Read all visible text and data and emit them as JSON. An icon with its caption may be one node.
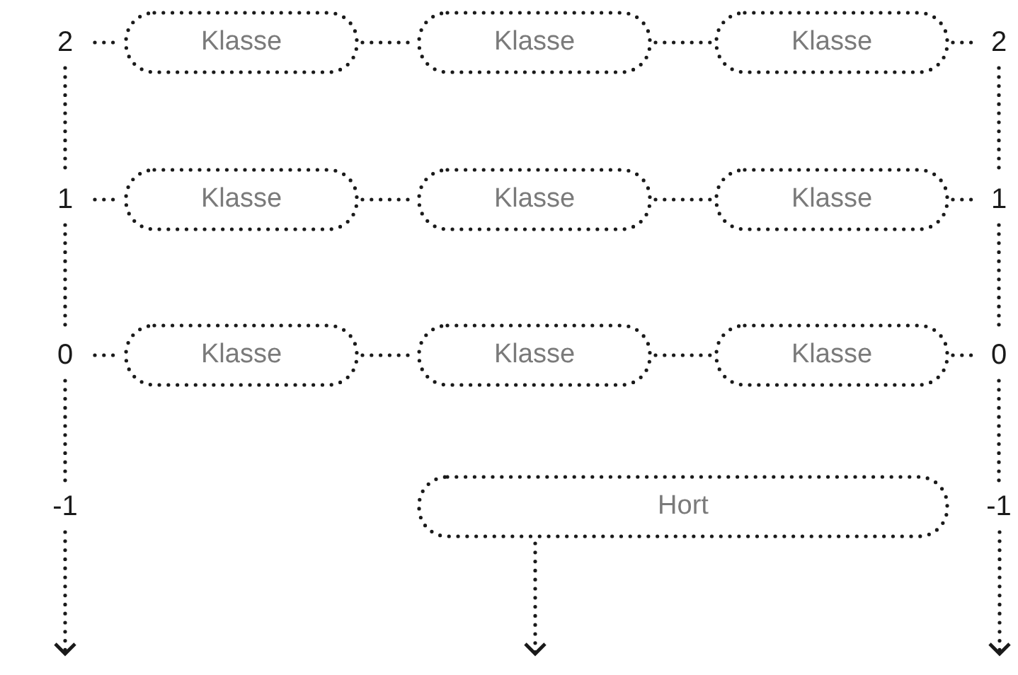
{
  "diagram": {
    "nodes": [
      {
        "text": [
          "2"
        ]
      },
      {
        "text": [
          "Klasse"
        ]
      },
      {
        "text": [
          "Klasse"
        ]
      },
      {
        "text": [
          "Klasse"
        ]
      },
      {
        "text": [
          "2"
        ]
      },
      {
        "text": [
          "1"
        ]
      },
      {
        "text": [
          "Klasse"
        ]
      },
      {
        "text": [
          "Klasse"
        ]
      },
      {
        "text": [
          "Klasse"
        ]
      },
      {
        "text": [
          "1"
        ]
      },
      {
        "text": [
          "0"
        ]
      },
      {
        "text": [
          "Klasse"
        ]
      },
      {
        "text": [
          "Klasse"
        ]
      },
      {
        "text": [
          "Klasse"
        ]
      },
      {
        "text": [
          "0"
        ]
      },
      {
        "text": [
          "-1"
        ]
      },
      {
        "text": [
          "Hort"
        ]
      },
      {
        "text": [
          "-1"
        ]
      }
    ],
    "edges": [
      {
        "from": 0,
        "to": 1,
        "arrow": "none",
        "style": "dashed"
      },
      {
        "from": 1,
        "to": 2,
        "arrow": "none",
        "style": "dashed"
      },
      {
        "from": 2,
        "to": 3,
        "arrow": "none",
        "style": "dashed"
      },
      {
        "from": 3,
        "to": 4,
        "arrow": "none",
        "style": "dashed"
      },
      {
        "from": 5,
        "to": 6,
        "arrow": "none",
        "style": "dashed"
      },
      {
        "from": 6,
        "to": 7,
        "arrow": "none",
        "style": "dashed"
      },
      {
        "from": 7,
        "to": 8,
        "arrow": "none",
        "style": "dashed"
      },
      {
        "from": 8,
        "to": 9,
        "arrow": "none",
        "style": "dashed"
      },
      {
        "from": 10,
        "to": 11,
        "arrow": "none",
        "style": "dashed"
      },
      {
        "from": 11,
        "to": 12,
        "arrow": "none",
        "style": "dashed"
      },
      {
        "from": 12,
        "to": 13,
        "arrow": "none",
        "style": "dashed"
      },
      {
        "from": 13,
        "to": 14,
        "arrow": "none",
        "style": "dashed"
      },
      {
        "from": 0,
        "to": 5,
        "arrow": "none",
        "style": "dashed"
      },
      {
        "from": 5,
        "to": 10,
        "arrow": "none",
        "style": "dashed"
      },
      {
        "from": 10,
        "to": 15,
        "arrow": "none",
        "style": "dashed"
      },
      {
        "from": 15,
        "to": null,
        "arrow": "to",
        "style": "dashed"
      },
      {
        "from": 4,
        "to": 9,
        "arrow": "none",
        "style": "dashed"
      },
      {
        "from": 9,
        "to": 14,
        "arrow": "none",
        "style": "dashed"
      },
      {
        "from": 14,
        "to": 17,
        "arrow": "none",
        "style": "dashed"
      },
      {
        "from": 17,
        "to": null,
        "arrow": "to",
        "style": "dashed"
      },
      {
        "from": 16,
        "to": null,
        "arrow": "to",
        "style": "dashed"
      }
    ]
  }
}
